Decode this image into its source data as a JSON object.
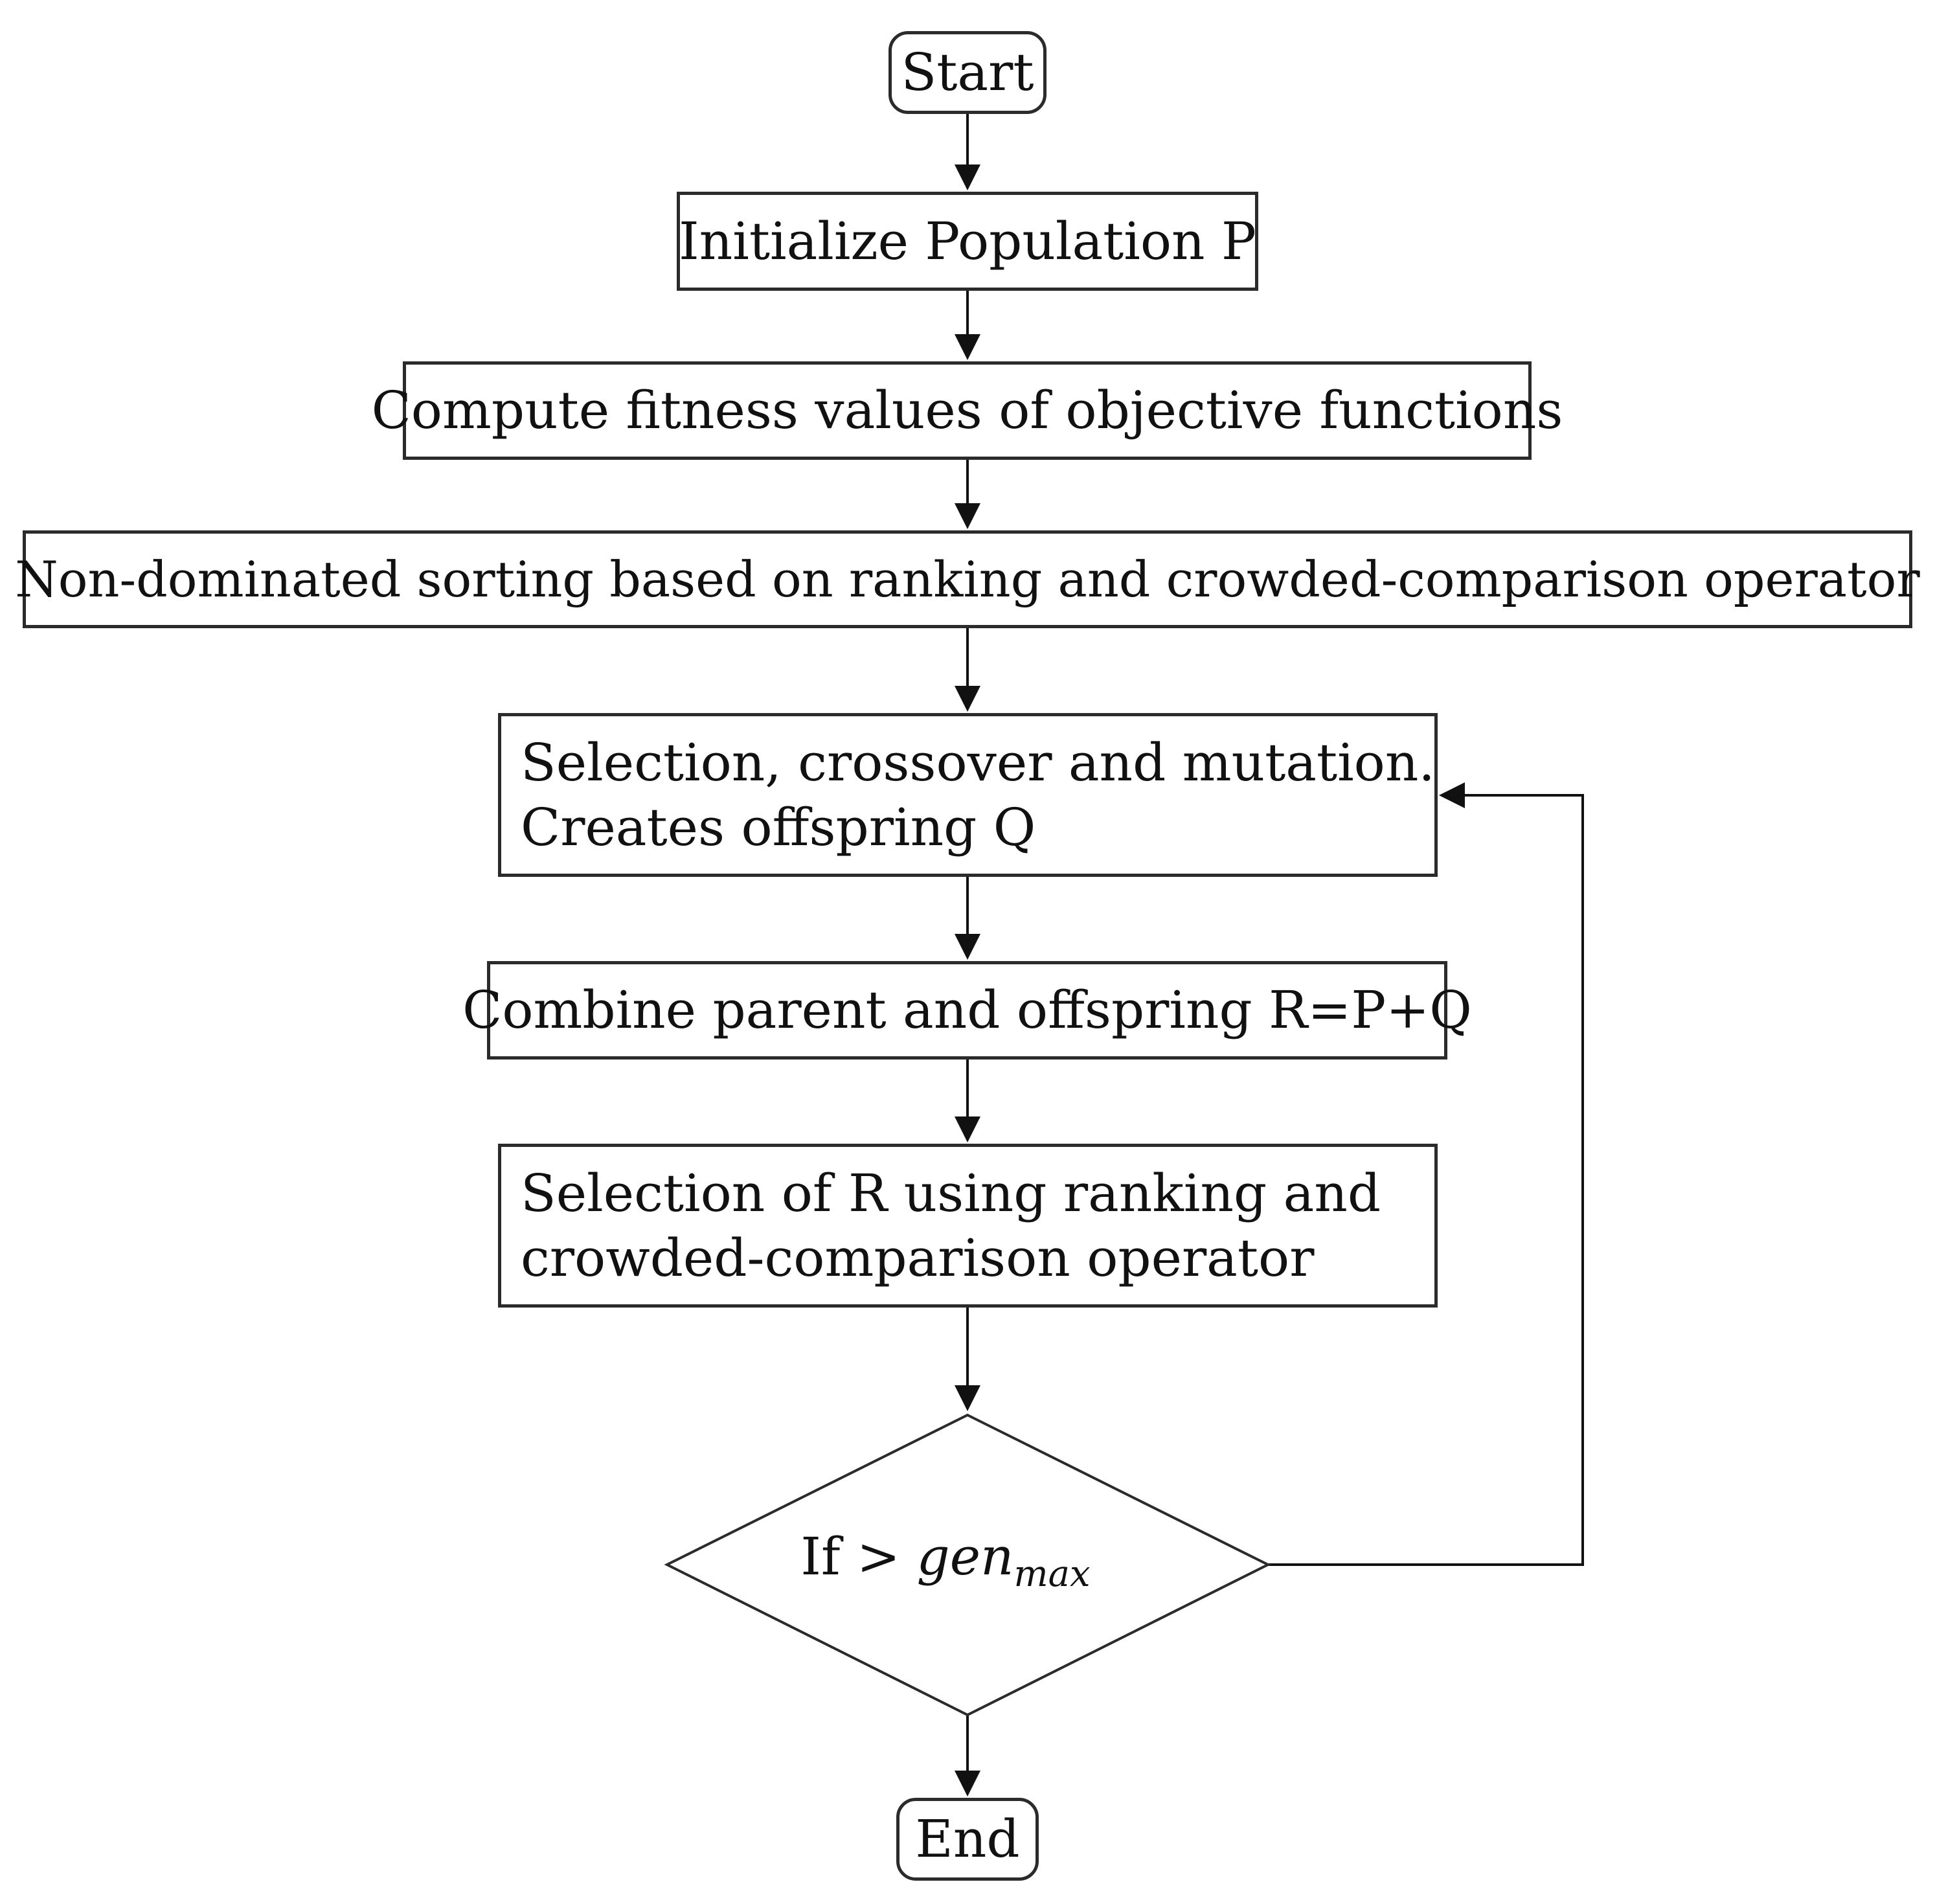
{
  "nodes": {
    "start": "Start",
    "init": "Initialize Population P",
    "fitness": "Compute fitness values of objective functions",
    "sorting": "Non-dominated sorting based on ranking and crowded-comparison operator",
    "selection": {
      "line1": "Selection, crossover and mutation.",
      "line2": "Creates offspring Q"
    },
    "combine": "Combine parent and offspring R=P+Q",
    "selectR": {
      "line1": "Selection of R using ranking and",
      "line2": "crowded-comparison operator"
    },
    "decision": {
      "prefix": "If > ",
      "var": "gen",
      "sub": "max"
    },
    "end": "End"
  }
}
